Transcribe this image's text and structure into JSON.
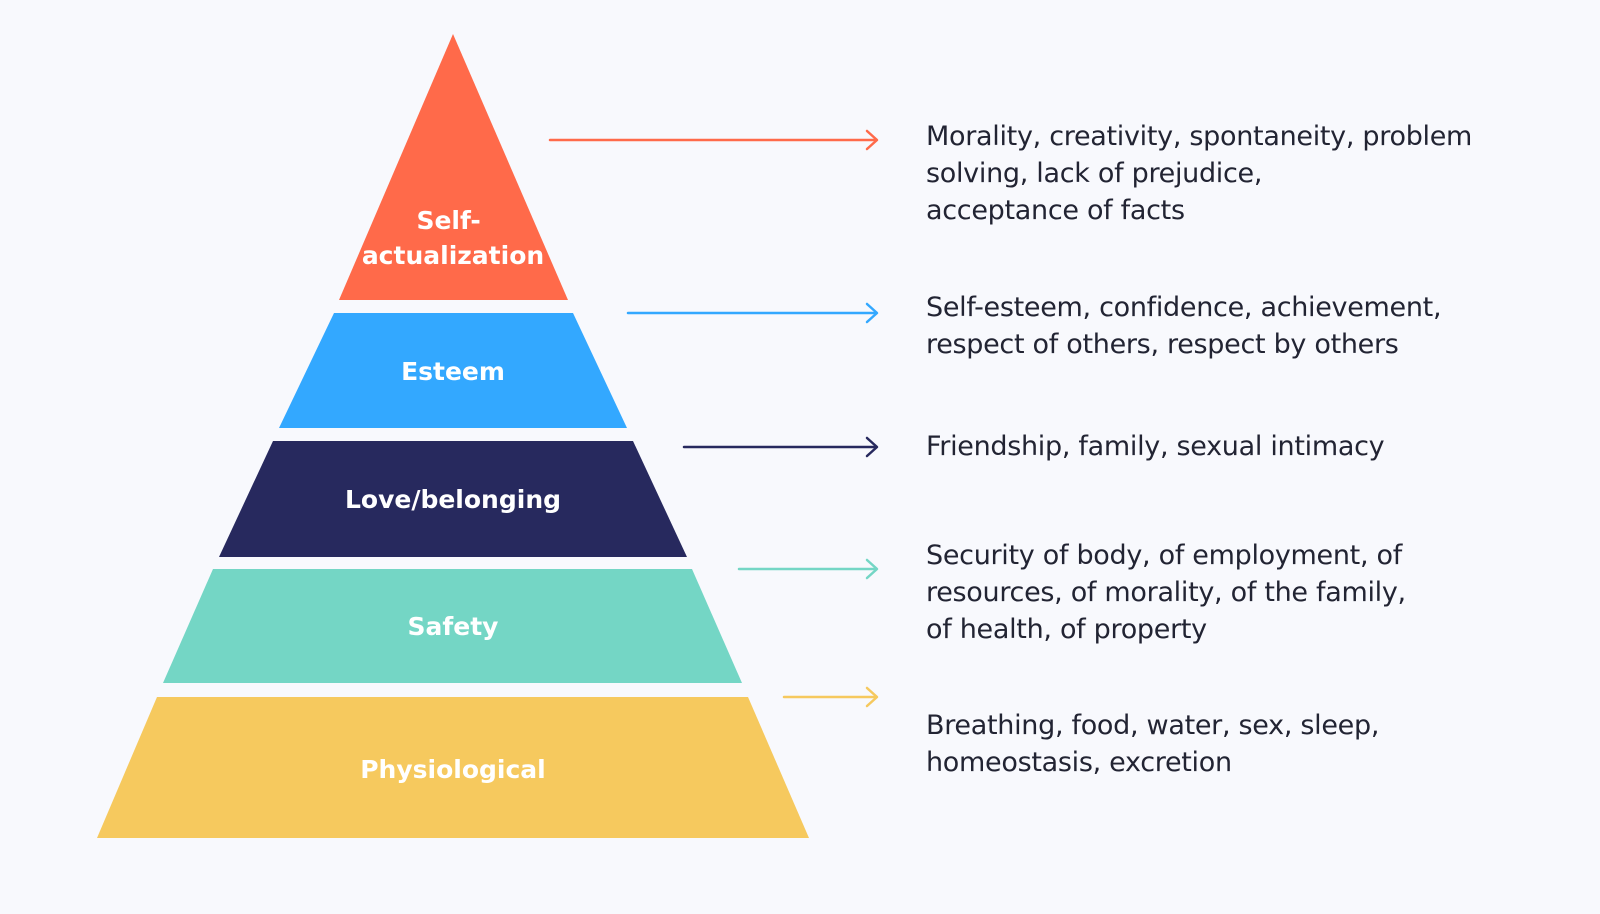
{
  "tiers": [
    {
      "label_lines": [
        "Self-",
        "actualization"
      ],
      "color": "#ff6a4a",
      "description_lines": [
        "Morality, creativity, spontaneity, problem",
        "solving, lack of prejudice,",
        "acceptance of facts"
      ]
    },
    {
      "label_lines": [
        "Esteem"
      ],
      "color": "#33a8ff",
      "description_lines": [
        "Self-esteem, confidence, achievement,",
        "respect of others, respect by others"
      ]
    },
    {
      "label_lines": [
        "Love/belonging"
      ],
      "color": "#27295e",
      "description_lines": [
        "Friendship, family, sexual intimacy"
      ]
    },
    {
      "label_lines": [
        "Safety"
      ],
      "color": "#74d6c5",
      "description_lines": [
        "Security of body, of employment, of",
        "resources, of morality, of the family,",
        "of health, of property"
      ]
    },
    {
      "label_lines": [
        "Physiological"
      ],
      "color": "#f6c95e",
      "description_lines": [
        "Breathing, food, water, sex, sleep,",
        "homeostasis, excretion"
      ]
    }
  ]
}
